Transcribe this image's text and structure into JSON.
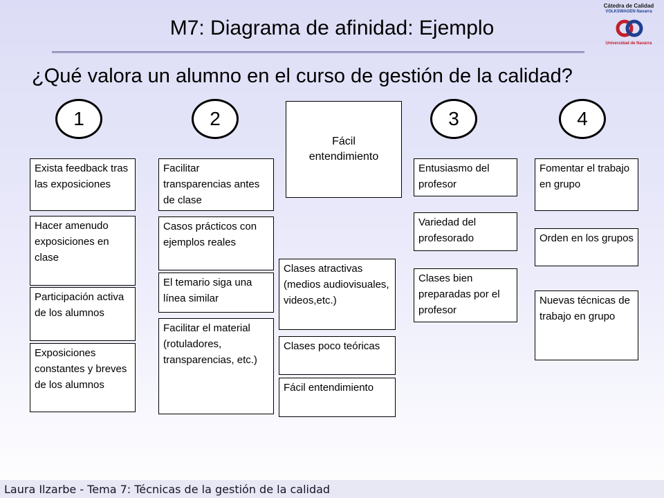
{
  "slide": {
    "title": "M7: Diagrama de afinidad: Ejemplo",
    "subtitle": "¿Qué valora un alumno en el curso de gestión de la calidad?",
    "footer": "Laura Ilzarbe - Tema 7: Técnicas de la gestión de la calidad"
  },
  "logo": {
    "line1": "Cátedra de Calidad",
    "line2": "VOLKSWAGEN Navarra",
    "line3": "Universidad de Navarra"
  },
  "groups": {
    "g1": {
      "number": "1",
      "items": [
        "Exista feedback tras las exposiciones",
        "Hacer amenudo exposiciones en clase",
        "Participación activa de los alumnos",
        "Exposiciones constantes y breves de los alumnos"
      ]
    },
    "g2": {
      "number": "2",
      "items": [
        "Facilitar transparencias antes de clase",
        "Casos prácticos con ejemplos reales",
        "El temario siga una línea similar",
        "Facilitar el material (rotuladores, transparencias, etc.)"
      ]
    },
    "center": {
      "header": "Fácil entendimiento",
      "items": [
        "Clases atractivas (medios audiovisuales, videos,etc.)",
        "Clases poco teóricas",
        "Fácil entendimiento"
      ]
    },
    "g3": {
      "number": "3",
      "items": [
        "Entusiasmo del profesor",
        "Variedad del profesorado",
        "Clases bien preparadas por el profesor"
      ]
    },
    "g4": {
      "number": "4",
      "items": [
        "Fomentar el trabajo en grupo",
        "Orden en los grupos",
        "Nuevas técnicas de trabajo en grupo"
      ]
    }
  }
}
